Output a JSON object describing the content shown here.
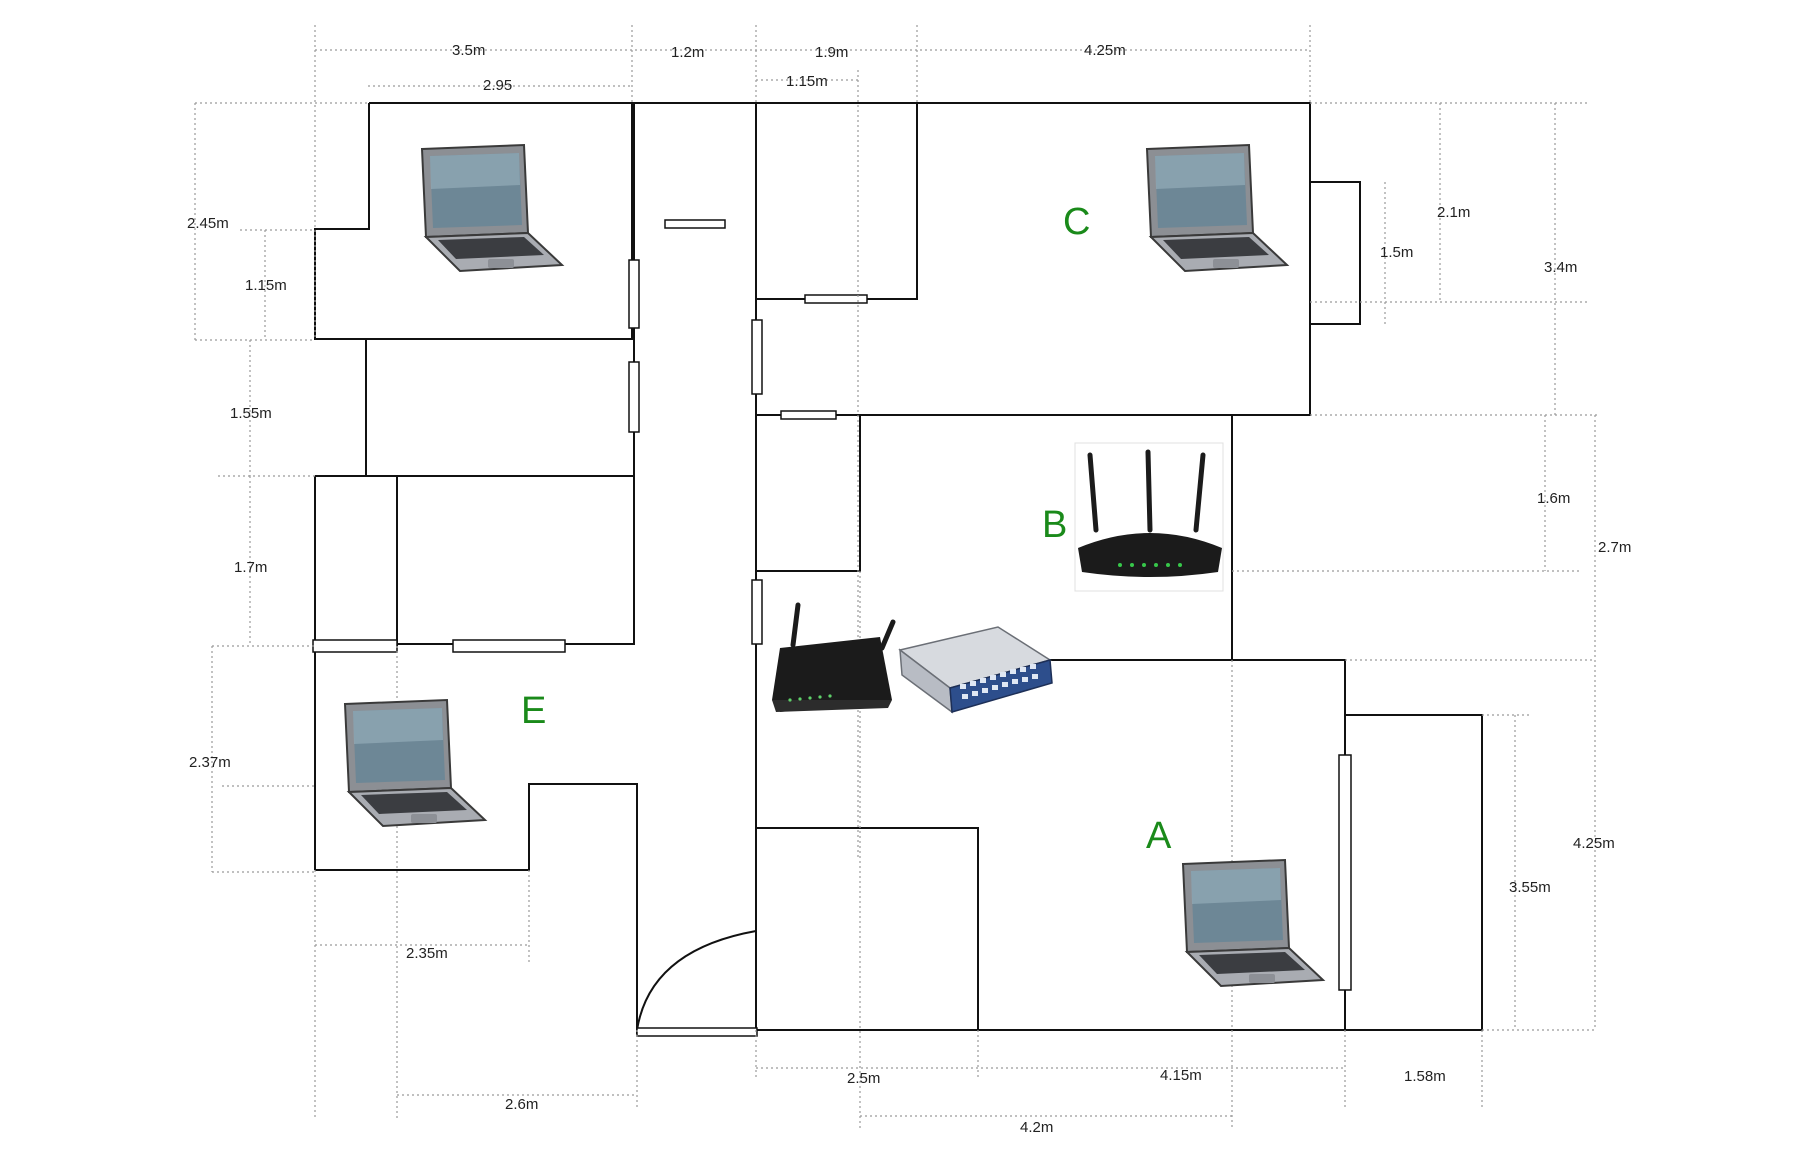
{
  "colors": {
    "room_label": "#1a8a1a",
    "wall": "#111111",
    "dimension_line": "#9a9a9a",
    "laptop_body": "#8c8f94",
    "laptop_screen": "#6d8796",
    "router_body": "#1b1b1b",
    "switch_body": "#c9ccd2",
    "switch_front": "#2d4e8c"
  },
  "rooms": {
    "a": "A",
    "b": "B",
    "c": "C",
    "e": "E"
  },
  "dimensions": {
    "top_3_5": "3.5m",
    "top_1_2": "1.2m",
    "top_1_9": "1.9m",
    "top_4_25": "4.25m",
    "top_2_95": "2.95",
    "top_1_15": "1.15m",
    "left_2_45": "2.45m",
    "left_1_15": "1.15m",
    "left_1_55": "1.55m",
    "left_1_7": "1.7m",
    "left_2_37": "2.37m",
    "right_2_1": "2.1m",
    "right_1_5": "1.5m",
    "right_3_4": "3.4m",
    "right_1_6": "1.6m",
    "right_2_7": "2.7m",
    "right_3_55": "3.55m",
    "right_4_25": "4.25m",
    "bottom_2_35": "2.35m",
    "bottom_2_6": "2.6m",
    "bottom_2_5": "2.5m",
    "bottom_4_15": "4.15m",
    "bottom_1_58": "1.58m",
    "bottom_4_2": "4.2m"
  },
  "icons": {
    "laptop": "laptop-icon",
    "wifi_router": "wifi-router-icon",
    "modem": "modem-icon",
    "network_switch": "network-switch-icon"
  }
}
